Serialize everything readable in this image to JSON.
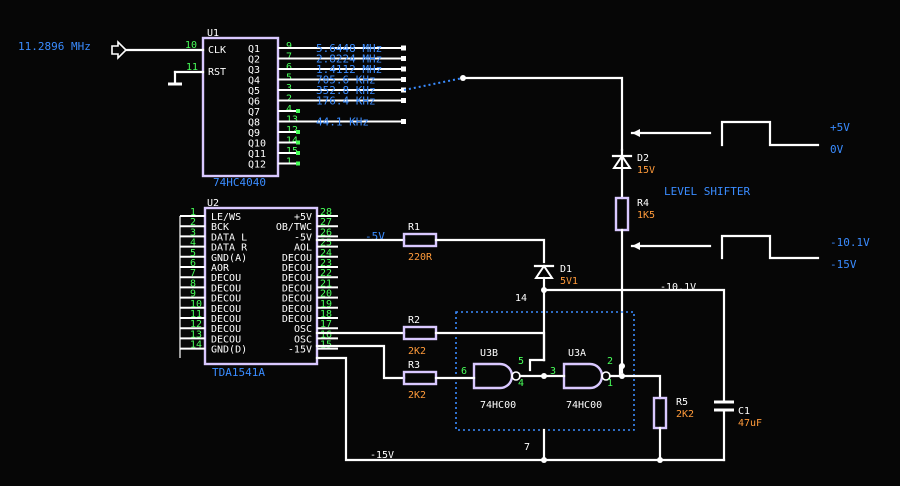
{
  "clock_input": {
    "label": "11.2896 MHz"
  },
  "u1": {
    "ref": "U1",
    "part": "74HC4040",
    "in_pins": [
      {
        "label": "CLK",
        "num": "10"
      },
      {
        "label": "RST",
        "num": "11"
      }
    ],
    "out_pins": [
      {
        "label": "Q1",
        "num": "9",
        "freq": "5.6448 MHz"
      },
      {
        "label": "Q2",
        "num": "7",
        "freq": "2.8224 MHz"
      },
      {
        "label": "Q3",
        "num": "6",
        "freq": "1.4112 MHz"
      },
      {
        "label": "Q4",
        "num": "5",
        "freq": "705.6 KHz"
      },
      {
        "label": "Q5",
        "num": "3",
        "freq": "352.8 KHz"
      },
      {
        "label": "Q6",
        "num": "2",
        "freq": "176.4 KHz"
      },
      {
        "label": "Q7",
        "num": "4",
        "freq": ""
      },
      {
        "label": "Q8",
        "num": "13",
        "freq": "44.1 KHz"
      },
      {
        "label": "Q9",
        "num": "12",
        "freq": ""
      },
      {
        "label": "Q10",
        "num": "14",
        "freq": ""
      },
      {
        "label": "Q11",
        "num": "15",
        "freq": ""
      },
      {
        "label": "Q12",
        "num": "1",
        "freq": ""
      }
    ]
  },
  "u2": {
    "ref": "U2",
    "part": "TDA1541A",
    "left_pins": [
      {
        "num": "1",
        "label": "LE/WS"
      },
      {
        "num": "2",
        "label": "BCK"
      },
      {
        "num": "3",
        "label": "DATA L"
      },
      {
        "num": "4",
        "label": "DATA R"
      },
      {
        "num": "5",
        "label": "GND(A)"
      },
      {
        "num": "6",
        "label": "AOR"
      },
      {
        "num": "7",
        "label": "DECOU"
      },
      {
        "num": "8",
        "label": "DECOU"
      },
      {
        "num": "9",
        "label": "DECOU"
      },
      {
        "num": "10",
        "label": "DECOU"
      },
      {
        "num": "11",
        "label": "DECOU"
      },
      {
        "num": "12",
        "label": "DECOU"
      },
      {
        "num": "13",
        "label": "DECOU"
      },
      {
        "num": "14",
        "label": "GND(D)"
      }
    ],
    "right_pins": [
      {
        "num": "28",
        "label": "+5V"
      },
      {
        "num": "27",
        "label": "OB/TWC"
      },
      {
        "num": "26",
        "label": "-5V"
      },
      {
        "num": "25",
        "label": "AOL"
      },
      {
        "num": "24",
        "label": "DECOU"
      },
      {
        "num": "23",
        "label": "DECOU"
      },
      {
        "num": "22",
        "label": "DECOU"
      },
      {
        "num": "21",
        "label": "DECOU"
      },
      {
        "num": "20",
        "label": "DECOU"
      },
      {
        "num": "19",
        "label": "DECOU"
      },
      {
        "num": "18",
        "label": "DECOU"
      },
      {
        "num": "17",
        "label": "OSC"
      },
      {
        "num": "16",
        "label": "OSC"
      },
      {
        "num": "15",
        "label": "-15V"
      }
    ]
  },
  "components": {
    "r1": {
      "ref": "R1",
      "value": "220R"
    },
    "r2": {
      "ref": "R2",
      "value": "2K2"
    },
    "r3": {
      "ref": "R3",
      "value": "2K2"
    },
    "r4": {
      "ref": "R4",
      "value": "1K5"
    },
    "r5": {
      "ref": "R5",
      "value": "2K2"
    },
    "d1": {
      "ref": "D1",
      "value": "5V1"
    },
    "d2": {
      "ref": "D2",
      "value": "15V"
    },
    "c1": {
      "ref": "C1",
      "value": "47uF"
    },
    "u3a": {
      "ref": "U3A",
      "part": "74HC00",
      "pins": [
        "3",
        "2",
        "1"
      ]
    },
    "u3b": {
      "ref": "U3B",
      "part": "74HC00",
      "pins": [
        "6",
        "5",
        "4"
      ]
    }
  },
  "nets": {
    "neg5v": "-5V",
    "neg10v": "-10.1V",
    "neg15v": "-15V",
    "pin14": "14",
    "pin7": "7"
  },
  "level_shifter": {
    "label": "LEVEL SHIFTER",
    "wave_top": {
      "high": "+5V",
      "low": "0V"
    },
    "wave_bottom": {
      "high": "-10.1V",
      "low": "-15V"
    }
  }
}
